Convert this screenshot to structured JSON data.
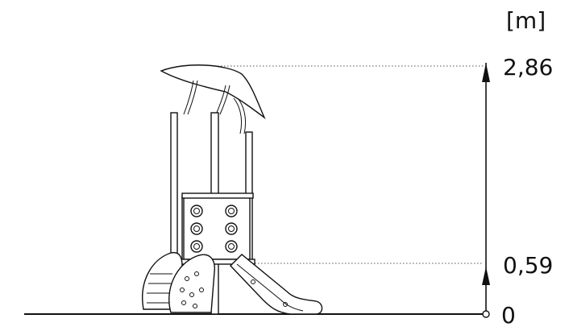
{
  "unit": "[m]",
  "dimensions": {
    "top": "2,86",
    "middle": "0,59",
    "zero": "0"
  },
  "colors": {
    "ink": "#111111",
    "background": "#ffffff"
  }
}
